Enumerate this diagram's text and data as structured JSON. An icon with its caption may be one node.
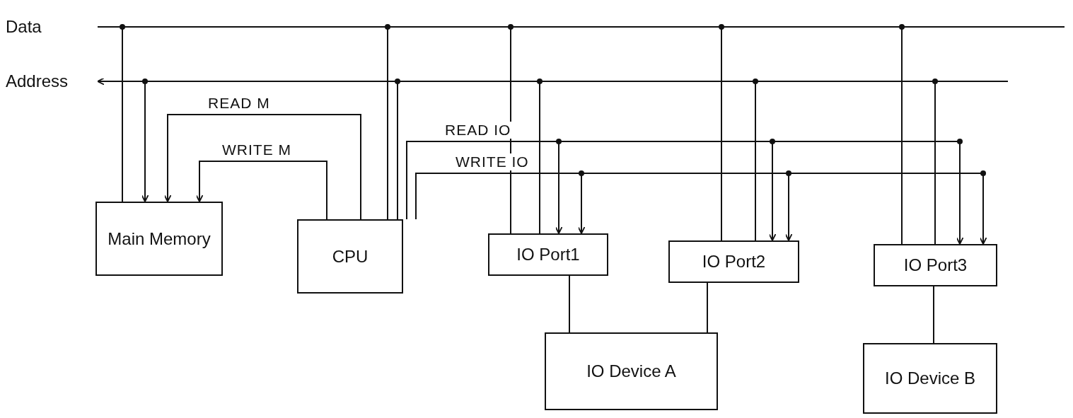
{
  "diagram": {
    "nodes": [
      {
        "text": [
          "Data"
        ]
      },
      {
        "text": [
          "Address"
        ]
      },
      {
        "text": [
          "Main Memory"
        ]
      },
      {
        "text": [
          "CPU"
        ]
      },
      {
        "text": [
          "IO Port1"
        ]
      },
      {
        "text": [
          "IO Port2"
        ]
      },
      {
        "text": [
          "IO Port3"
        ]
      },
      {
        "text": [
          "IO Device A"
        ]
      },
      {
        "text": [
          "IO Device B"
        ]
      }
    ],
    "edges": [
      {
        "from": 0,
        "to": 2,
        "arrow": "none"
      },
      {
        "from": 1,
        "to": 2,
        "arrow": "to"
      },
      {
        "from": 3,
        "to": 2,
        "arrow": "to",
        "label": "READ M"
      },
      {
        "from": 3,
        "to": 2,
        "arrow": "to",
        "label": "WRITE M"
      },
      {
        "from": 0,
        "to": 3,
        "arrow": "none"
      },
      {
        "from": 3,
        "to": 1,
        "arrow": "to"
      },
      {
        "from": 0,
        "to": 4,
        "arrow": "none"
      },
      {
        "from": 1,
        "to": 4,
        "arrow": "none"
      },
      {
        "from": 3,
        "to": 4,
        "arrow": "to",
        "label": "READ IO"
      },
      {
        "from": 3,
        "to": 4,
        "arrow": "to",
        "label": "WRITE IO"
      },
      {
        "from": 0,
        "to": 5,
        "arrow": "none"
      },
      {
        "from": 1,
        "to": 5,
        "arrow": "none"
      },
      {
        "from": 3,
        "to": 5,
        "arrow": "to"
      },
      {
        "from": 3,
        "to": 5,
        "arrow": "to"
      },
      {
        "from": 0,
        "to": 6,
        "arrow": "none"
      },
      {
        "from": 1,
        "to": 6,
        "arrow": "none"
      },
      {
        "from": 3,
        "to": 6,
        "arrow": "to"
      },
      {
        "from": 3,
        "to": 6,
        "arrow": "to"
      },
      {
        "from": 4,
        "to": 7,
        "arrow": "none"
      },
      {
        "from": 5,
        "to": 7,
        "arrow": "none"
      },
      {
        "from": 6,
        "to": 8,
        "arrow": "none"
      }
    ]
  }
}
